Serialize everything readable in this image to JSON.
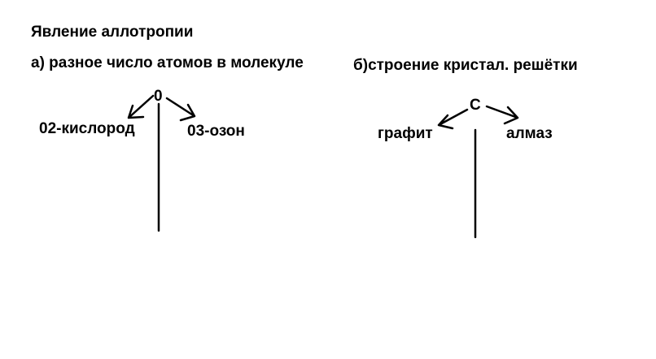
{
  "title": "Явление аллотропии",
  "case_a": {
    "heading": "а) разное число атомов в молекуле",
    "element": "0",
    "left_label": "02-кислород",
    "right_label": "03-озон"
  },
  "case_b": {
    "heading": "б)строение кристал. решётки",
    "element": "C",
    "left_label": "графит",
    "right_label": "алмаз"
  },
  "colors": {
    "ink": "#000000",
    "background": "#ffffff"
  }
}
